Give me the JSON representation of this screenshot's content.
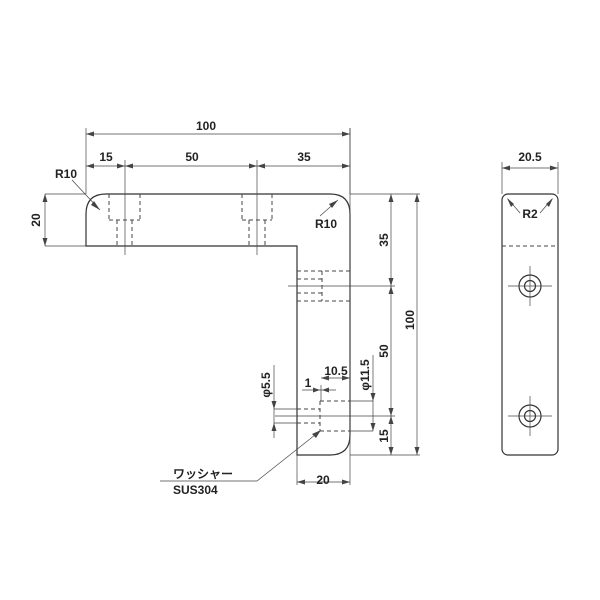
{
  "drawing": {
    "type": "technical-drawing",
    "subject": "L-bracket with washers",
    "front_view": {
      "overall_width": "100",
      "segment_left": "15",
      "segment_middle": "50",
      "segment_right": "35",
      "arm_height": "20",
      "radius_outer_left": "R10",
      "radius_outer_right": "R10",
      "overall_height": "100",
      "vertical_segment_top": "35",
      "vertical_segment_middle": "50",
      "vertical_segment_bottom": "15",
      "leg_width": "20",
      "hole_diameter": "φ5.5",
      "washer_diameter": "φ11.5",
      "washer_offset": "10.5",
      "washer_thickness": "1",
      "callout_label": "ワッシャー",
      "callout_material": "SUS304"
    },
    "side_view": {
      "width": "20.5",
      "corner_radius": "R2"
    }
  }
}
